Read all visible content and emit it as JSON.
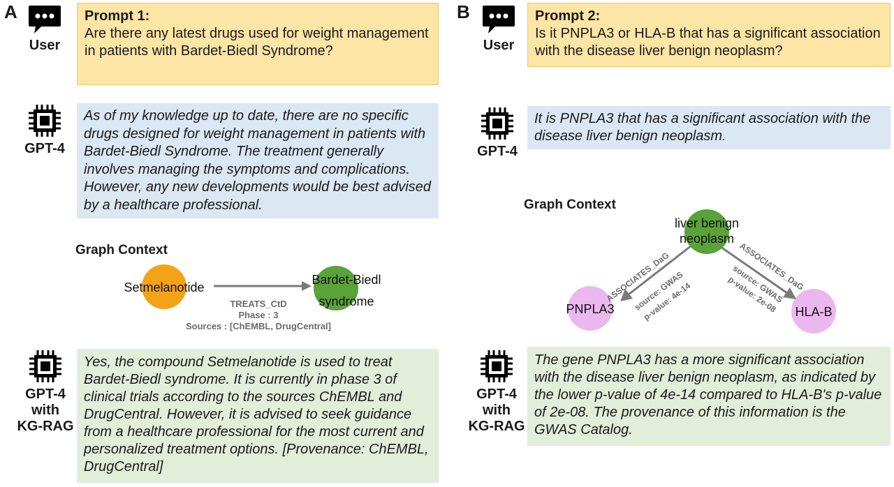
{
  "panels": {
    "A": {
      "letter": "A",
      "user_label": "User",
      "prompt_title": "Prompt 1:",
      "prompt_text": "Are there any latest drugs used for weight management in patients with Bardet-Biedl Syndrome?",
      "gpt4_label": "GPT-4",
      "gpt4_answer": "As of my knowledge up to date, there are no specific drugs designed for weight management in patients with Bardet-Biedl Syndrome. The treatment generally involves managing the symptoms and complications. However, any new developments would be best advised by a healthcare professional.",
      "graph_context_title": "Graph Context",
      "graph": {
        "source_node": "Setmelanotide",
        "target_node_line1": "Bardet-Biedl",
        "target_node_line2": "syndrome",
        "edge_type": "TREATS_CtD",
        "edge_phase": "Phase : 3",
        "edge_sources": "Sources : [ChEMBL, DrugCentral]",
        "colors": {
          "source": "#f5a316",
          "target": "#5aa23a"
        }
      },
      "rag_label_line1": "GPT-4",
      "rag_label_line2": "with",
      "rag_label_line3": "KG-RAG",
      "rag_answer": "Yes, the compound Setmelanotide is used to treat Bardet-Biedl syndrome. It is currently in phase 3 of clinical trials according to the sources ChEMBL and DrugCentral. However, it is advised to seek guidance from a healthcare professional for the most current and personalized treatment options. [Provenance: ChEMBL, DrugCentral]"
    },
    "B": {
      "letter": "B",
      "user_label": "User",
      "prompt_title": "Prompt 2:",
      "prompt_text": "Is it PNPLA3 or HLA-B that has a significant association with the disease liver benign neoplasm?",
      "gpt4_label": "GPT-4",
      "gpt4_answer": "It is PNPLA3 that has a significant association with the disease liver benign neoplasm.",
      "graph_context_title": "Graph Context",
      "graph": {
        "disease_line1": "liver benign",
        "disease_line2": "neoplasm",
        "gene1": "PNPLA3",
        "gene2": "HLA-B",
        "edge1_type": "ASSOCIATES_DaG",
        "edge1_source": "source: GWAS",
        "edge1_pvalue": "p-value: 4e-14",
        "edge2_type": "ASSOCIATES_DaG",
        "edge2_source": "source: GWAS",
        "edge2_pvalue": "p-value: 2e-08",
        "colors": {
          "disease": "#5aa23a",
          "gene": "#eab8ef"
        }
      },
      "rag_label_line1": "GPT-4",
      "rag_label_line2": "with",
      "rag_label_line3": "KG-RAG",
      "rag_answer": "The gene PNPLA3 has a more significant association with the disease liver benign neoplasm, as indicated by the lower p-value of 4e-14 compared to HLA-B's p-value of 2e-08. The provenance of this information is the GWAS Catalog."
    }
  },
  "icons": {
    "user": "chat-bubble-icon",
    "gpt": "chip-icon"
  },
  "colors": {
    "prompt_bg": "#fce5a5",
    "gpt4_bg": "#dbe7f3",
    "rag_bg": "#e2eed9",
    "edge": "#7a7a7a"
  }
}
